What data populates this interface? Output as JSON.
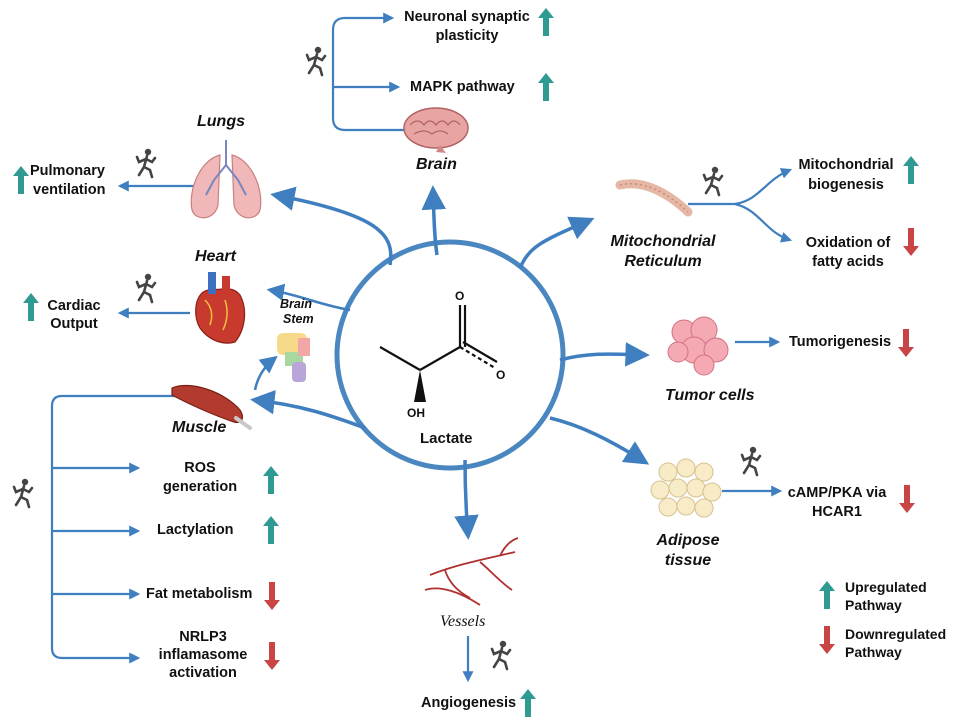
{
  "center": {
    "molecule": "Lactate",
    "atom_o_top": "O",
    "atom_o_right": "O",
    "atom_oh": "OH"
  },
  "organs": {
    "brain": "Brain",
    "lungs": "Lungs",
    "heart": "Heart",
    "brain_stem_1": "Brain",
    "brain_stem_2": "Stem",
    "muscle": "Muscle",
    "vessels": "Vessels",
    "mito_1": "Mitochondrial",
    "mito_2": "Reticulum",
    "tumor": "Tumor cells",
    "adipose_1": "Adipose",
    "adipose_2": "tissue"
  },
  "effects": {
    "neuronal_1": "Neuronal synaptic",
    "neuronal_2": "plasticity",
    "mapk": "MAPK pathway",
    "pulmonary_1": "Pulmonary",
    "pulmonary_2": "ventilation",
    "cardiac_1": "Cardiac",
    "cardiac_2": "Output",
    "mito_bio_1": "Mitochondrial",
    "mito_bio_2": "biogenesis",
    "oxid_1": "Oxidation of",
    "oxid_2": "fatty acids",
    "tumorigenesis": "Tumorigenesis",
    "camp_1": "cAMP/PKA via",
    "camp_2": "HCAR1",
    "ros_1": "ROS",
    "ros_2": "generation",
    "lactylation": "Lactylation",
    "fat": "Fat metabolism",
    "nlrp3_1": "NRLP3",
    "nlrp3_2": "inflamasome",
    "nlrp3_3": "activation",
    "angiogenesis": "Angiogenesis"
  },
  "legend": {
    "up_1": "Upregulated",
    "up_2": "Pathway",
    "down_1": "Downregulated",
    "down_2": "Pathway"
  },
  "colors": {
    "arrow_blue": "#3f7fbf",
    "up_teal": "#2f9a92",
    "down_red": "#c94545",
    "circle": "#4a86c0"
  },
  "icons": [
    "runner-icon",
    "brain-icon",
    "lungs-icon",
    "heart-icon",
    "brainstem-icon",
    "muscle-icon",
    "vessels-icon",
    "mitochondria-icon",
    "tumor-cells-icon",
    "adipose-icon"
  ]
}
